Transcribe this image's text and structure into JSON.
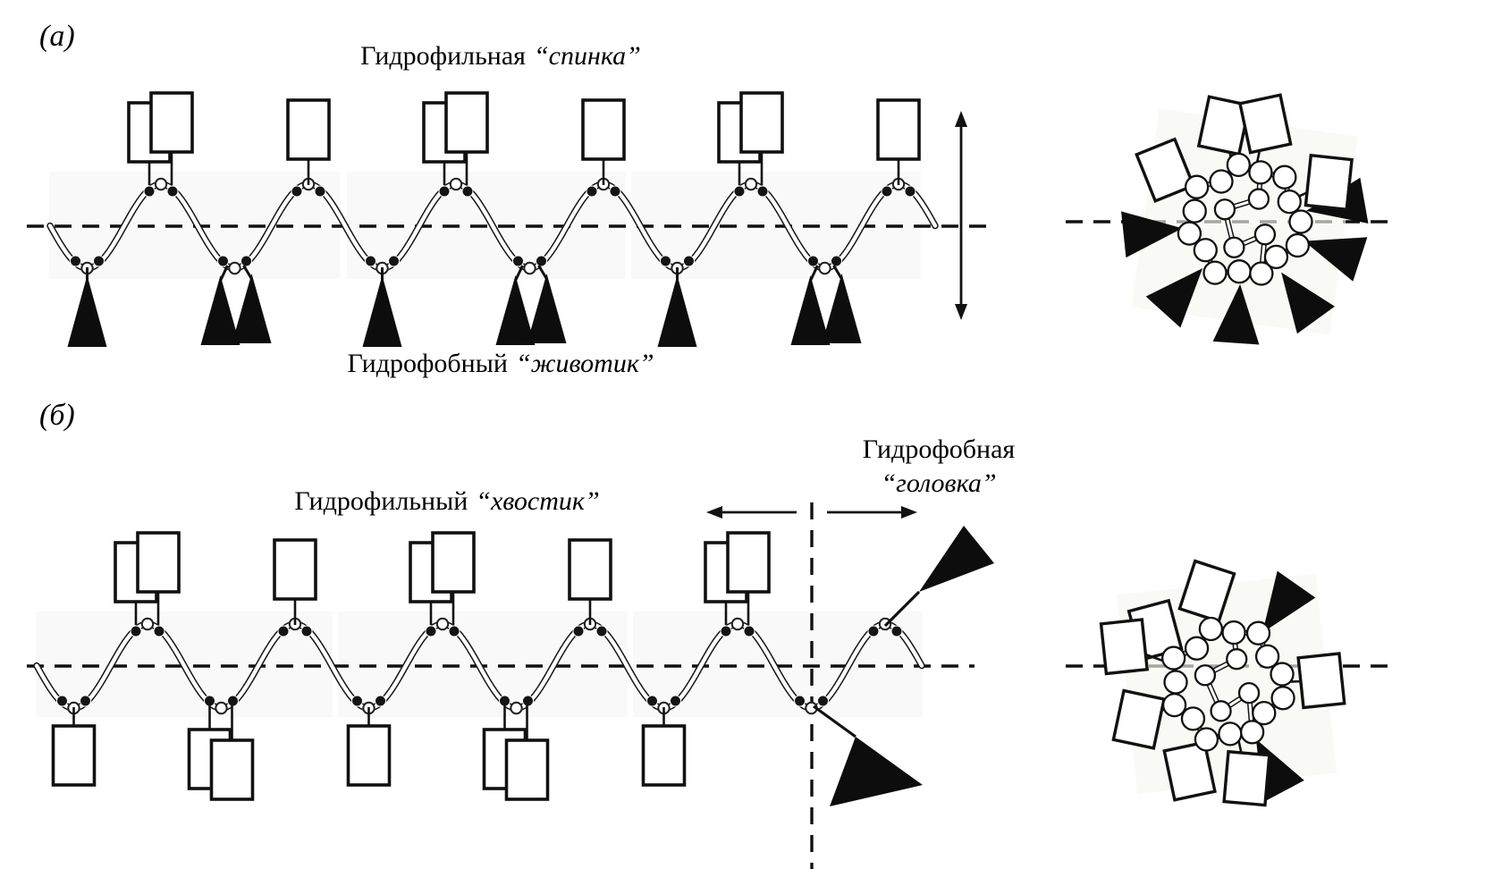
{
  "panel_a": {
    "label": "(а)",
    "top_title": {
      "text": "Гидрофильная",
      "emph": "“спинка”"
    },
    "bottom_title": {
      "text": "Гидрофобный",
      "emph": "“животик”"
    }
  },
  "panel_b": {
    "label": "(б)",
    "tail_label": {
      "text": "Гидрофильный",
      "emph": "“хвостик”"
    },
    "head_label": {
      "line1": "Гидрофобная",
      "line2": "“головка”"
    }
  },
  "glyphs": {
    "hydrophilic_group": "white-rectangle-icon",
    "hydrophobic_group": "black-triangle-icon",
    "backbone_bead": "chain-bead-icon",
    "waterline": "dashed-line"
  },
  "colors": {
    "ink": "#111111",
    "background": "#ffffff",
    "halo_block": "#f6f4f6",
    "micelle_halo": "#f6f6ef"
  }
}
